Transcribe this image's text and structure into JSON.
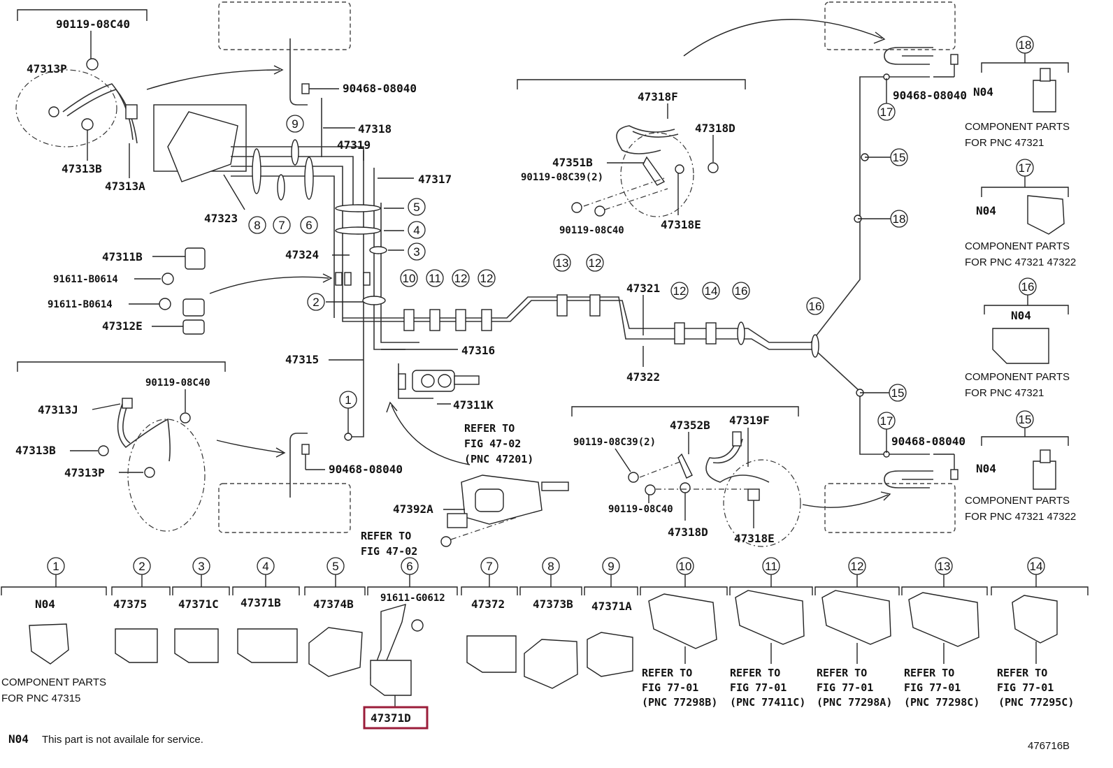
{
  "top_labels": {
    "bolt_tl": "90119-08C40",
    "hose_p_tl": "47313P",
    "bolt_b_tl": "47313B",
    "hose_a": "47313A",
    "tube_47323": "47323",
    "clip_90468_top": "90468-08040",
    "tube_47318": "47318",
    "tube_47319": "47319",
    "tube_47317": "47317",
    "tube_47324": "47324",
    "bracket_47311b": "47311B",
    "bolt_91611_a": "91611-B0614",
    "bolt_91611_b": "91611-B0614",
    "bracket_47312e": "47312E",
    "tube_47315": "47315",
    "tube_47316": "47316",
    "bracket_47311k": "47311K",
    "tube_47321": "47321",
    "tube_47322": "47322",
    "tube_47318f": "47318F",
    "hose_47318d_top": "47318D",
    "bracket_47351b": "47351B",
    "bolt_08c39_top": "90119-08C39(2)",
    "bolt_08c40_top": "90119-08C40",
    "hose_47318e_top": "47318E",
    "clip_90468_tr": "90468-08040",
    "bolt_ml": "90119-08C40",
    "hose_j": "47313J",
    "bolt_b_ml": "47313B",
    "hose_p_ml": "47313P",
    "clip_90468_bl": "90468-08040",
    "refer_fig_4702_a": "REFER TO",
    "refer_fig_4702_b": "FIG 47-02",
    "refer_fig_4702_c": "(PNC 47201)",
    "cyl_47392a": "47392A",
    "refer2_a": "REFER TO",
    "refer2_b": "FIG 47-02",
    "bracket_47352b": "47352B",
    "hose_47319f": "47319F",
    "bolt_08c39_bot": "90119-08C39(2)",
    "bolt_08c40_bot": "90119-08C40",
    "hose_47318d_bot": "47318D",
    "hose_47318e_bot": "47318E",
    "clip_90468_br": "90468-08040"
  },
  "right_legend": [
    {
      "num": "18",
      "code": "N04",
      "desc1": "COMPONENT PARTS",
      "desc2": "FOR PNC 47321"
    },
    {
      "num": "17",
      "code": "N04",
      "desc1": "COMPONENT PARTS",
      "desc2": "FOR PNC 47321 47322"
    },
    {
      "num": "16",
      "code": "N04",
      "desc1": "COMPONENT PARTS",
      "desc2": "FOR PNC 47321"
    },
    {
      "num": "15",
      "code": "N04",
      "desc1": "COMPONENT PARTS",
      "desc2": "FOR PNC 47321 47322"
    }
  ],
  "callouts": {
    "c1": "1",
    "c2": "2",
    "c3": "3",
    "c4": "4",
    "c5": "5",
    "c6": "6",
    "c7": "7",
    "c8": "8",
    "c9": "9",
    "c10": "10",
    "c11": "11",
    "c12": "12",
    "c13": "13",
    "c14": "14",
    "c15": "15",
    "c16": "16",
    "c17": "17",
    "c18": "18"
  },
  "bottom_clamps": [
    {
      "num": "1",
      "label": "N04",
      "desc1": "COMPONENT PARTS",
      "desc2": "FOR PNC 47315"
    },
    {
      "num": "2",
      "label": "47375"
    },
    {
      "num": "3",
      "label": "47371C"
    },
    {
      "num": "4",
      "label": "47371B"
    },
    {
      "num": "5",
      "label": "47374B"
    },
    {
      "num": "6",
      "label": "91611-G0612",
      "highlighted": "47371D"
    },
    {
      "num": "7",
      "label": "47372"
    },
    {
      "num": "8",
      "label": "47373B"
    },
    {
      "num": "9",
      "label": "47371A"
    },
    {
      "num": "10",
      "ref1": "REFER TO",
      "ref2": "FIG 77-01",
      "ref3": "(PNC 77298B)"
    },
    {
      "num": "11",
      "ref1": "REFER TO",
      "ref2": "FIG 77-01",
      "ref3": "(PNC 77411C)"
    },
    {
      "num": "12",
      "ref1": "REFER TO",
      "ref2": "FIG 77-01",
      "ref3": "(PNC 77298A)"
    },
    {
      "num": "13",
      "ref1": "REFER TO",
      "ref2": "FIG 77-01",
      "ref3": "(PNC 77298C)"
    },
    {
      "num": "14",
      "ref1": "REFER TO",
      "ref2": "FIG 77-01",
      "ref3": "(PNC 77295C)"
    }
  ],
  "footer": {
    "code": "N04",
    "note": "This part is not availale for service.",
    "figure_id": "476716B"
  },
  "colors": {
    "highlight": "#9b1d3a",
    "line": "#222222"
  }
}
